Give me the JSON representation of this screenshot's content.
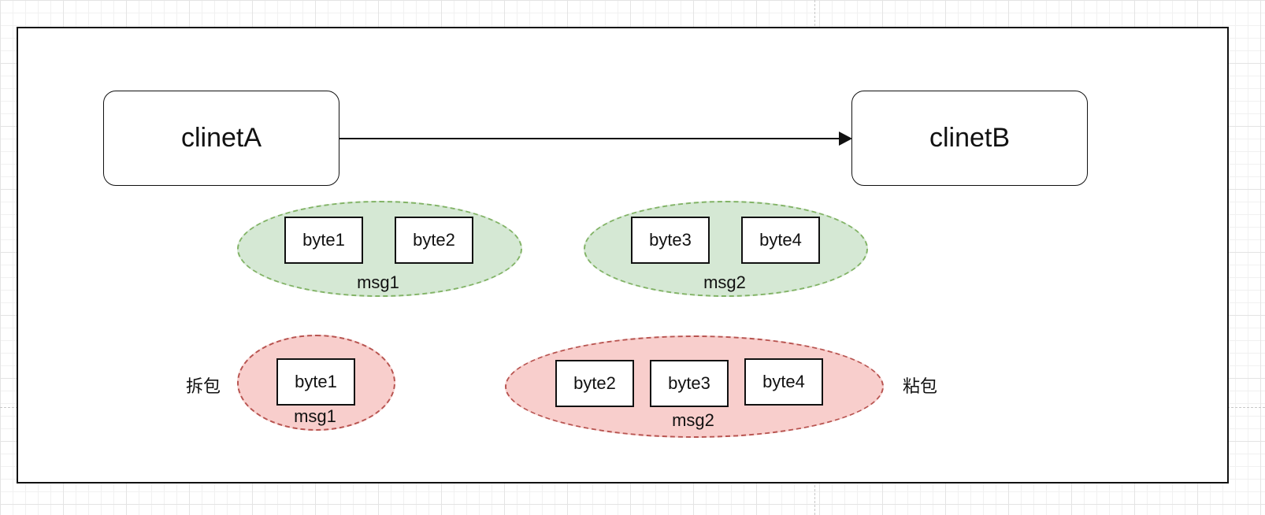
{
  "colors": {
    "frame_border": "#111111",
    "green_fill": "#d5e8d4",
    "green_border": "#82b366",
    "red_fill": "#f8cecc",
    "red_border": "#b85450"
  },
  "clients": {
    "a": "clinetA",
    "b": "clinetB"
  },
  "green_groups": [
    {
      "label": "msg1",
      "bytes": [
        "byte1",
        "byte2"
      ]
    },
    {
      "label": "msg2",
      "bytes": [
        "byte3",
        "byte4"
      ]
    }
  ],
  "red_groups": [
    {
      "side_label": "拆包",
      "label": "msg1",
      "bytes": [
        "byte1"
      ]
    },
    {
      "side_label": "粘包",
      "label": "msg2",
      "bytes": [
        "byte2",
        "byte3",
        "byte4"
      ]
    }
  ]
}
